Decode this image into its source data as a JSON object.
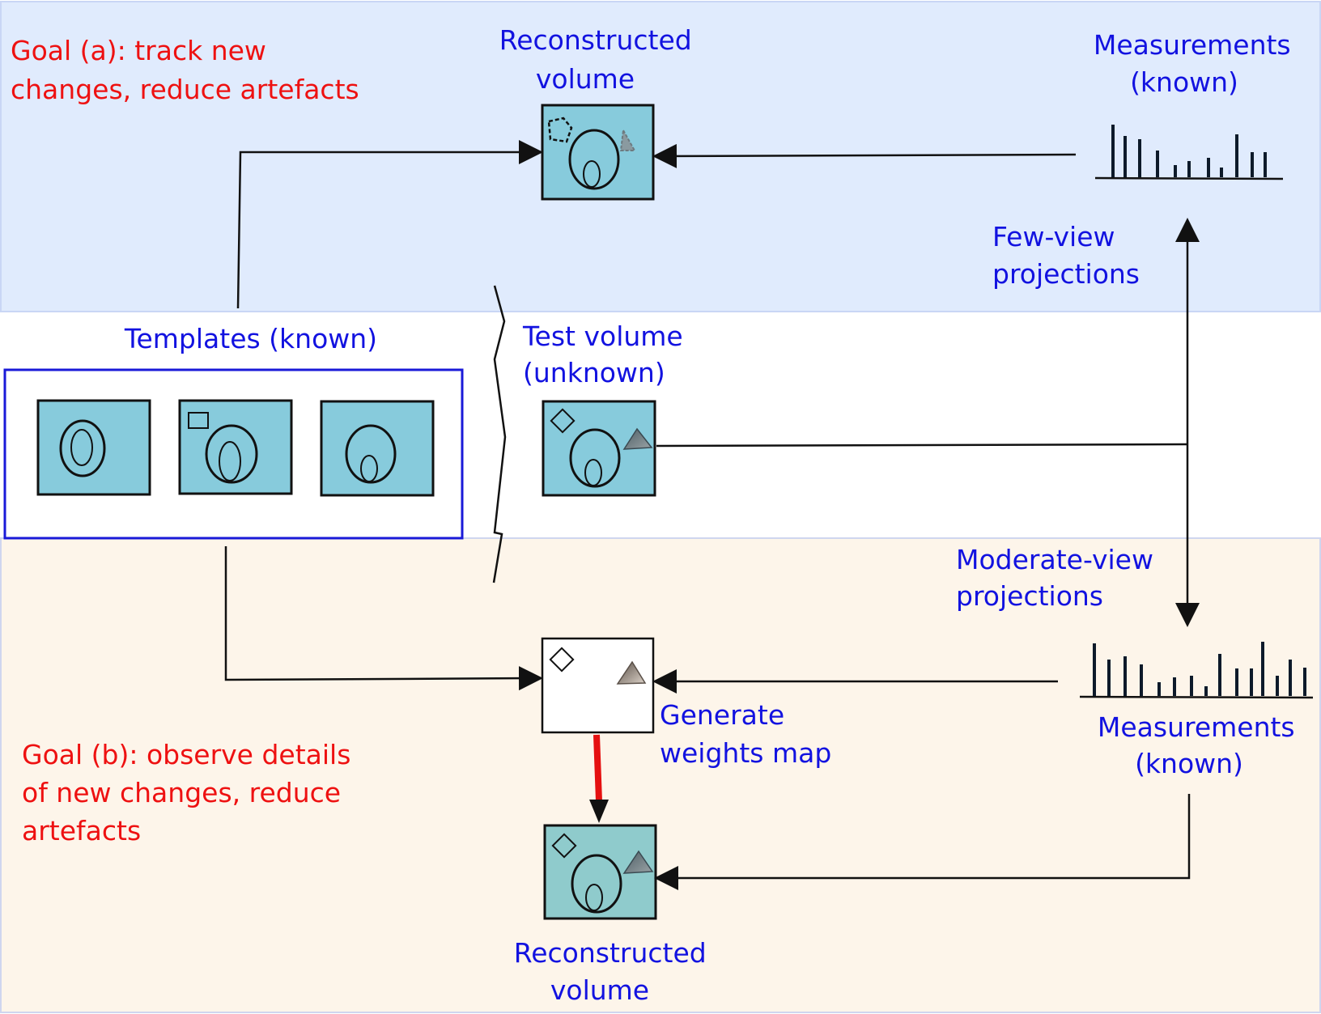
{
  "top_panel": {
    "goal": [
      "Goal (a): track new",
      "changes, reduce artefacts"
    ],
    "reconstructed": [
      "Reconstructed",
      "volume"
    ],
    "measurements": [
      "Measurements",
      "(known)"
    ],
    "projections": [
      "Few-view",
      "projections"
    ]
  },
  "middle": {
    "templates": "Templates (known)",
    "test_volume": [
      "Test volume",
      "(unknown)"
    ]
  },
  "bottom_panel": {
    "projections": [
      "Moderate-view",
      "projections"
    ],
    "measurements": [
      "Measurements",
      "(known)"
    ],
    "weights": [
      "Generate",
      "weights map"
    ],
    "goal": [
      "Goal (b): observe details",
      "of new changes, reduce",
      "artefacts"
    ],
    "reconstructed": [
      "Reconstructed",
      "volume"
    ]
  },
  "colors": {
    "top_bg": "#e0ebfd",
    "bottom_bg": "#fdf5ea",
    "label_blue": "#1212e0",
    "goal_red": "#ee1111",
    "volume_fill": "#87cbdc",
    "highlight_arrow": "#e51010"
  },
  "icons": [
    "ellipse",
    "rectangle",
    "diamond",
    "triangle",
    "dashed-square",
    "measurement-bars"
  ]
}
